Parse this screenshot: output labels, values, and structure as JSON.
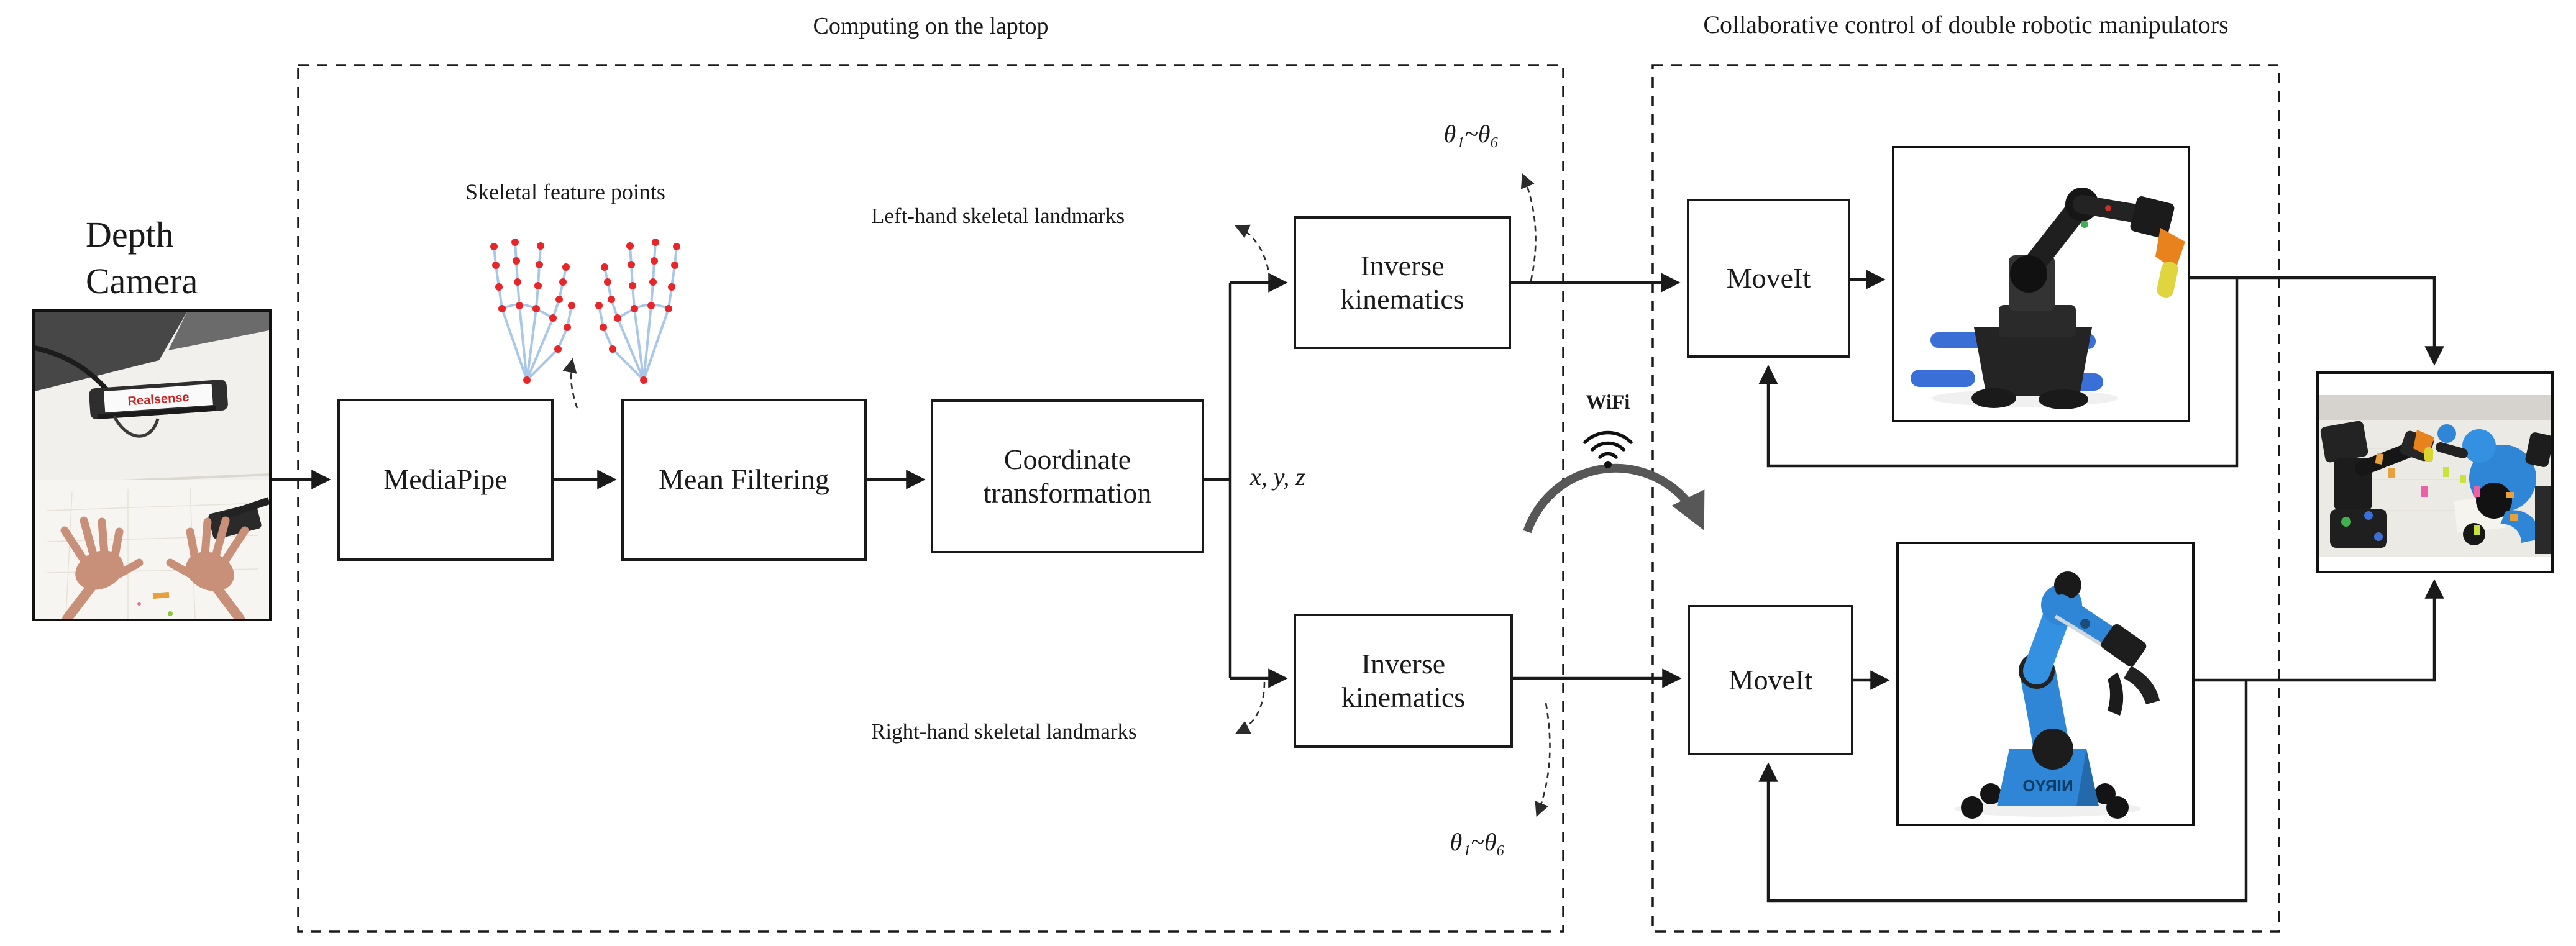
{
  "titles": {
    "left_group": "Computing on the laptop",
    "right_group": "Collaborative control of double robotic manipulators"
  },
  "labels": {
    "depth_camera_line1": "Depth",
    "depth_camera_line2": "Camera",
    "skeletal_feature_points": "Skeletal feature points",
    "left_hand": "Left-hand skeletal landmarks",
    "right_hand": "Right-hand skeletal landmarks",
    "xyz": "x, y, z",
    "theta_top": "θ₁~θ₆",
    "theta_bottom": "θ₁~θ₆",
    "wifi": "WiFi"
  },
  "boxes": {
    "mediapipe": "MediaPipe",
    "mean_filtering": "Mean Filtering",
    "coordinate_transformation": "Coordinate transformation",
    "inverse_kinematics_top": "Inverse kinematics",
    "inverse_kinematics_bottom": "Inverse kinematics",
    "moveit_top": "MoveIt",
    "moveit_bottom": "MoveIt"
  },
  "photo": {
    "camera_brand": "Realsense"
  },
  "robots": {
    "blue_base_label": "NIRYO"
  },
  "colors": {
    "line": "#1a1a1a",
    "wifi_arrow": "#575757",
    "landmark_dot": "#e8262a",
    "landmark_bone": "#a9c7e8",
    "robot_blue": "#2f86d6",
    "gripper_orange": "#e8821c",
    "gripper_yellow": "#ded63c",
    "skin": "#c89078"
  }
}
